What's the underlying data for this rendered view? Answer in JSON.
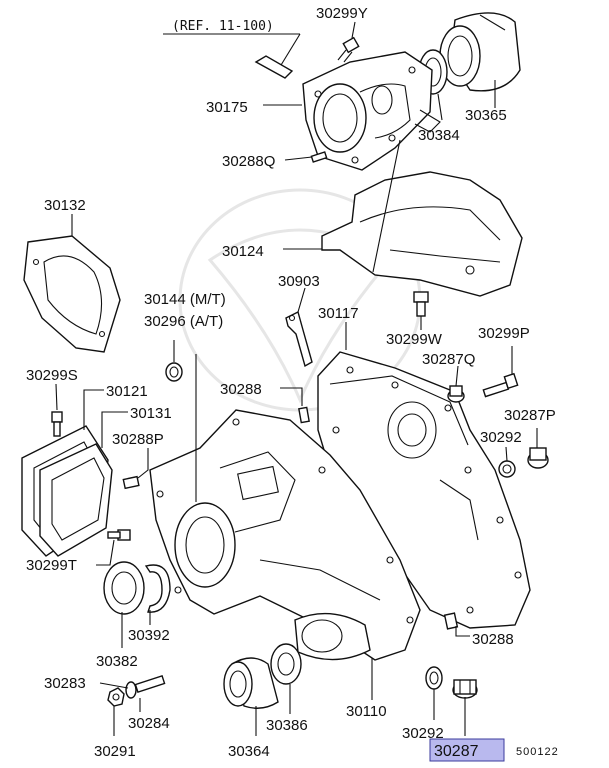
{
  "reference_note": "(REF. 11-100)",
  "diagram_code": "500122",
  "highlighted_part": "30287",
  "labels": {
    "p30299Y": "30299Y",
    "p30175": "30175",
    "p30365": "30365",
    "p30384": "30384",
    "p30288Q": "30288Q",
    "p30132": "30132",
    "p30124": "30124",
    "p30903": "30903",
    "p30144": "30144 (M/T)",
    "p30296": "30296 (A/T)",
    "p30117": "30117",
    "p30299W": "30299W",
    "p30299P": "30299P",
    "p30287Q": "30287Q",
    "p30299S": "30299S",
    "p30121": "30121",
    "p30131": "30131",
    "p30288a": "30288",
    "p30287P": "30287P",
    "p30288P": "30288P",
    "p30292a": "30292",
    "p30299T": "30299T",
    "p30392": "30392",
    "p30382": "30382",
    "p30288b": "30288",
    "p30283": "30283",
    "p30284": "30284",
    "p30110": "30110",
    "p30386": "30386",
    "p30292b": "30292",
    "p30291": "30291",
    "p30364": "30364",
    "p30287": "30287"
  }
}
